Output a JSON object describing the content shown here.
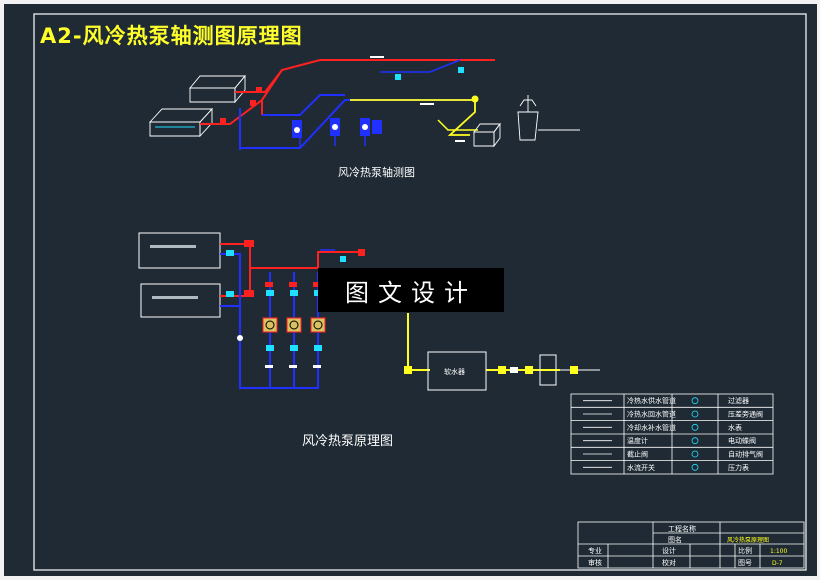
{
  "title": "A2-风冷热泵轴测图原理图",
  "captions": {
    "isometric": "风冷热泵轴测图",
    "schematic": "风冷热泵原理图"
  },
  "watermark": "图文设计",
  "equipment": {
    "water_tank": "软水器"
  },
  "legend": [
    {
      "left_desc": "冷热水供水管道",
      "right_desc": "过滤器"
    },
    {
      "left_desc": "冷热水回水管道",
      "right_desc": "压差旁通阀"
    },
    {
      "left_desc": "冷却水补水管道",
      "right_desc": "水表"
    },
    {
      "left_desc": "温度计",
      "right_desc": "电动蝶阀"
    },
    {
      "left_desc": "截止阀",
      "right_desc": "自动排气阀"
    },
    {
      "left_desc": "水流开关",
      "right_desc": "压力表"
    }
  ],
  "title_block": {
    "project_label": "工程名称",
    "drawing_label": "图名",
    "drawing_name": "风冷热泵原理图",
    "scale_label": "比例",
    "scale_value": "1:100",
    "sheet_label": "图号",
    "sheet_value": "D-7",
    "drafter_label": "专业",
    "designer_label": "设计",
    "checker_label": "校对",
    "reviewer_label": "审核"
  },
  "colors": {
    "background": "#1f2a34",
    "frame": "#ffffff",
    "supply": "#ff2020",
    "return": "#2030ff",
    "makeup": "#ffff20",
    "accent": "#20e0ff",
    "title": "#ffff2a"
  }
}
